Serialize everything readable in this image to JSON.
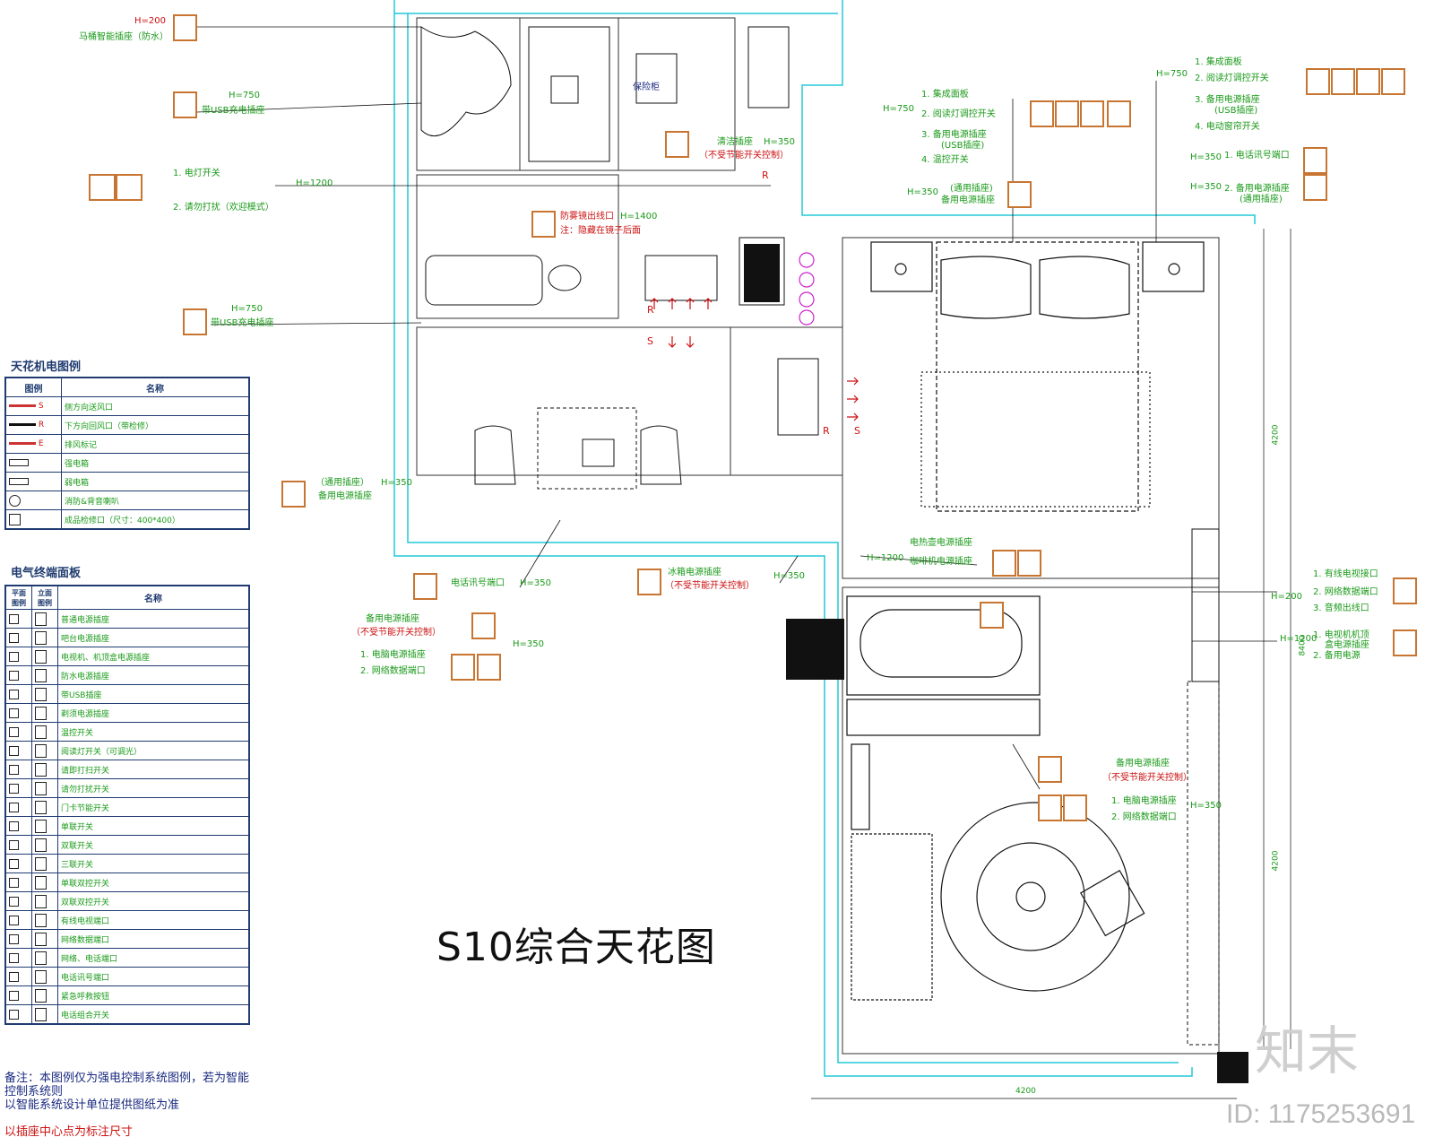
{
  "title": "S10综合天花图",
  "brand": "知末",
  "id_text": "ID: 1175253691",
  "notes": {
    "line1": "备注：本图例仅为强电控制系统图例，若为智能",
    "line2": "控制系统则",
    "line3": "以智能系统设计单位提供图纸为准",
    "dim_note": "以插座中心点为标注尺寸"
  },
  "ceiling_legend": {
    "title": "天花机电图例",
    "headers": [
      "图例",
      "名称"
    ],
    "rows": [
      {
        "symbol": "S",
        "name": "侧方向送风口"
      },
      {
        "symbol": "R",
        "name": "下方向回风口（带检修）"
      },
      {
        "symbol": "E",
        "name": "排风标记"
      },
      {
        "symbol": "",
        "name": "强电箱"
      },
      {
        "symbol": "",
        "name": "弱电箱"
      },
      {
        "symbol": "",
        "name": "消防&背音喇叭"
      },
      {
        "symbol": "",
        "name": "成品检修口（尺寸：400*400）"
      }
    ]
  },
  "electrical_legend": {
    "title": "电气终端面板",
    "headers": [
      "平面图例",
      "立面图例",
      "名称"
    ],
    "rows": [
      "普通电源插座",
      "吧台电源插座",
      "电视机、机顶盒电源插座",
      "防水电源插座",
      "带USB插座",
      "剃须电源插座",
      "温控开关",
      "阅读灯开关（可调光）",
      "请即打扫开关",
      "请勿打扰开关",
      "门卡节能开关",
      "单联开关",
      "双联开关",
      "三联开关",
      "单联双控开关",
      "双联双控开关",
      "有线电视端口",
      "网络数据端口",
      "网络、电话端口",
      "电话讯号端口",
      "紧急呼救按钮",
      "电话组合开关"
    ]
  },
  "labels": {
    "toilet_socket": "马桶智能插座（防水）",
    "h200": "H=200",
    "usb1": "带USB充电插座",
    "h750a": "H=750",
    "light_switch": "1. 电灯开关",
    "dnd": "2. 请勿打扰（欢迎模式）",
    "h1200a": "H=1200",
    "safe": "保险柜",
    "clean_socket": "清洁插座",
    "clean_sub": "（不受节能开关控制）",
    "h350a": "H=350",
    "mirror": "防雾镜出线口",
    "h1400": "H=1400",
    "mirror_note": "注：隐藏在镜子后面",
    "usb2": "带USB充电插座",
    "h750b": "H=750",
    "general1": "（通用插座）",
    "general1b": "备用电源插座",
    "h350b": "H=350",
    "phone1": "电话讯号端口",
    "h350c": "H=350",
    "fridge": "冰箱电源插座",
    "fridge_sub": "（不受节能开关控制）",
    "h350d": "H=350",
    "spare1": "备用电源插座",
    "spare1_sub": "（不受节能开关控制）",
    "pc1": "1. 电脑电源插座",
    "net1": "2. 网络数据端口",
    "h350e": "H=350",
    "panelL_1": "1. 集成面板",
    "panelL_2": "2. 阅读灯调控开关",
    "panelL_3": "3. 备用电源插座",
    "panelL_3b": "(USB插座)",
    "panelL_4": "4. 温控开关",
    "h750c": "H=750",
    "general2": "(通用插座)",
    "general2b": "备用电源插座",
    "h350f": "H=350",
    "panelR_1": "1. 集成面板",
    "panelR_2": "2. 阅读灯调控开关",
    "panelR_3": "3. 备用电源插座",
    "panelR_3b": "(USB插座)",
    "panelR_4": "4. 电动窗帘开关",
    "h750d": "H=750",
    "phone2": "1. 电话讯号端口",
    "h350g": "H=350",
    "spare2": "2. 备用电源插座",
    "spare2b": "(通用插座)",
    "h350h": "H=350",
    "kettle": "电热壶电源插座",
    "coffee": "咖啡机电源插座",
    "h1200b": "H=1200",
    "tv1": "1. 有线电视接口",
    "tv2": "2. 网络数据端口",
    "tv3": "3. 音频出线口",
    "h200b": "H=200",
    "tvbox": "1. 电视机机顶",
    "tvbox2": "盒电源插座",
    "spare3": "2. 备用电源",
    "h1200c": "H=1200",
    "spare4": "备用电源插座",
    "spare4_sub": "（不受节能开关控制）",
    "pc2": "1. 电脑电源插座",
    "net2": "2. 网络数据端口",
    "h350i": "H=350",
    "dim_4200a": "4200",
    "dim_4200b": "4200",
    "dim_4200c": "4200",
    "dim_8400": "8400",
    "R": "R",
    "S": "S"
  },
  "colors": {
    "wall_cyan": "#22c8d8",
    "furniture": "#111111",
    "label_green": "#1a9a1a",
    "accent_red": "#cc1111",
    "panel_orange": "#c87532",
    "table_navy": "#1f3b70"
  }
}
